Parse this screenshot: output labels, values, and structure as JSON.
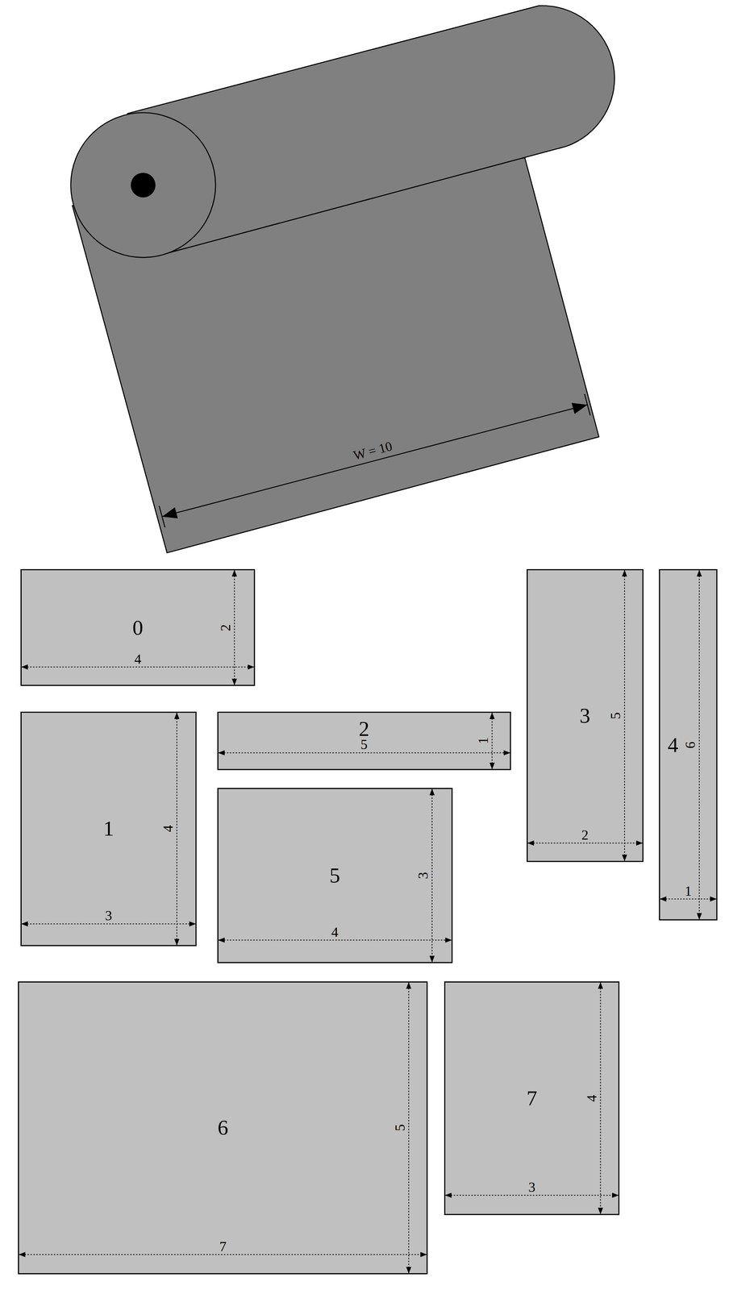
{
  "diagram": {
    "nodes": [
      {
        "text": [
          "0",
          "4",
          "2"
        ]
      },
      {
        "text": [
          "1",
          "3",
          "4"
        ]
      },
      {
        "text": [
          "2",
          "5",
          "1"
        ]
      },
      {
        "text": [
          "3",
          "2",
          "5"
        ]
      },
      {
        "text": [
          "4",
          "1",
          "6"
        ]
      },
      {
        "text": [
          "5",
          "4",
          "3"
        ]
      },
      {
        "text": [
          "6",
          "7",
          "5"
        ]
      },
      {
        "text": [
          "7",
          "3",
          "4"
        ]
      }
    ],
    "labels": [
      "W = 10"
    ]
  }
}
